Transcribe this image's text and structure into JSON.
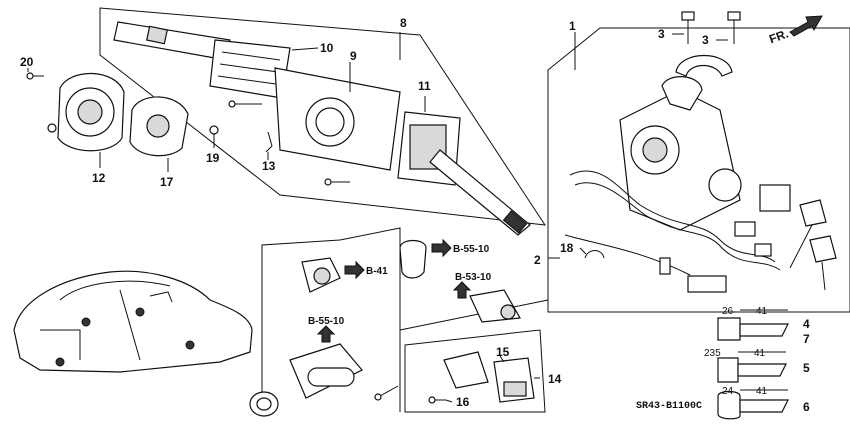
{
  "callouts": [
    "1",
    "2",
    "3",
    "3",
    "4",
    "5",
    "6",
    "7",
    "8",
    "9",
    "10",
    "11",
    "12",
    "13",
    "14",
    "15",
    "16",
    "17",
    "18",
    "19",
    "20"
  ],
  "refs": [
    "B-41",
    "B-55-10",
    "B-53-10",
    "B-55-10"
  ],
  "front_label": "FR.",
  "diagram_code": "SR43-B1100C",
  "key_dims": {
    "k4": [
      "26",
      "41"
    ],
    "k5": [
      "235",
      "41"
    ],
    "k6": [
      "24",
      "41"
    ]
  }
}
